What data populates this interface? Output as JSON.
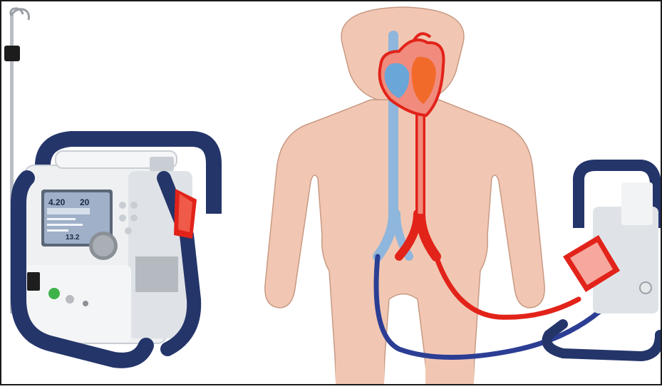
{
  "scene": {
    "subject": "ecmo-circuit-illustration"
  },
  "device": {
    "screen_values": [
      "4.20",
      "20",
      "13.2"
    ]
  },
  "colors": {
    "skin": "#f1c7b3",
    "skin_outline": "#c79a84",
    "arterial_red": "#e2231a",
    "venous_blue": "#2c3e94",
    "vein_light": "#8fb6dc",
    "device_frame": "#24356a",
    "device_body": "#eef0f2",
    "screen": "#9fb0c8"
  },
  "icons": [
    "heart-icon",
    "iv-pole-icon",
    "pump-head-icon",
    "control-knob-icon"
  ]
}
